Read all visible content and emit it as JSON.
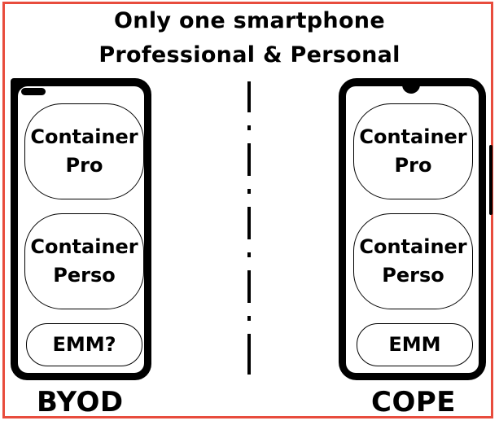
{
  "title": {
    "line1": "Only one smartphone",
    "line2": "Professional & Personal"
  },
  "byod": {
    "label": "BYOD",
    "container_pro": [
      "Container",
      "Pro"
    ],
    "container_perso": [
      "Container",
      "Perso"
    ],
    "emm": "EMM?"
  },
  "cope": {
    "label": "COPE",
    "container_pro": [
      "Container",
      "Pro"
    ],
    "container_perso": [
      "Container",
      "Perso"
    ],
    "emm": "EMM"
  },
  "colors": {
    "frame_border": "#e84c3d",
    "phone_body": "#000000",
    "text": "#000000"
  }
}
